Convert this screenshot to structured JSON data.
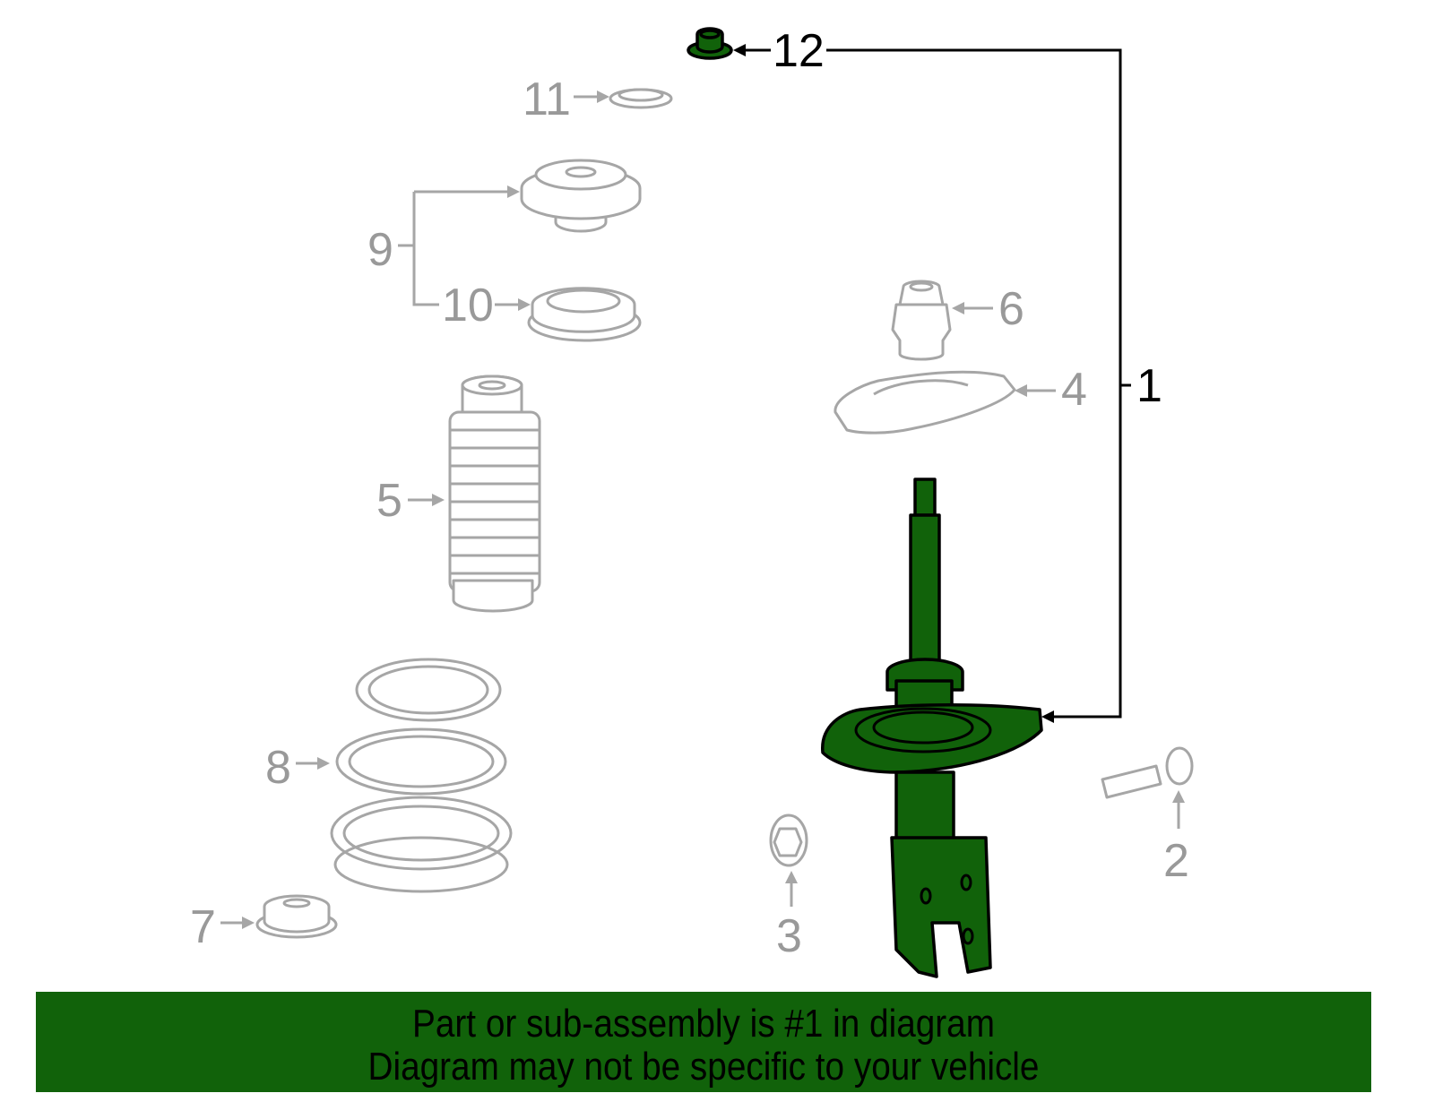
{
  "diagram": {
    "title": "Front strut assembly exploded parts diagram",
    "highlight_color": "#11620a",
    "muted_color": "#a6a6a6",
    "callouts": [
      {
        "id": "1",
        "label": "1",
        "part": "strut assembly",
        "highlighted": true
      },
      {
        "id": "2",
        "label": "2",
        "part": "bolt",
        "highlighted": false
      },
      {
        "id": "3",
        "label": "3",
        "part": "nut",
        "highlighted": false
      },
      {
        "id": "4",
        "label": "4",
        "part": "spring seat",
        "highlighted": false
      },
      {
        "id": "5",
        "label": "5",
        "part": "dust boot",
        "highlighted": false
      },
      {
        "id": "6",
        "label": "6",
        "part": "bump stop",
        "highlighted": false
      },
      {
        "id": "7",
        "label": "7",
        "part": "insulator",
        "highlighted": false
      },
      {
        "id": "8",
        "label": "8",
        "part": "coil spring",
        "highlighted": false
      },
      {
        "id": "9",
        "label": "9",
        "part": "mount assembly",
        "highlighted": false
      },
      {
        "id": "10",
        "label": "10",
        "part": "bearing",
        "highlighted": false
      },
      {
        "id": "11",
        "label": "11",
        "part": "cap",
        "highlighted": false
      },
      {
        "id": "12",
        "label": "12",
        "part": "nut",
        "highlighted": true
      }
    ]
  },
  "banner": {
    "line1": "Part or sub-assembly is #1 in diagram",
    "line2": "Diagram may not be specific to your vehicle",
    "background": "#11620a"
  }
}
